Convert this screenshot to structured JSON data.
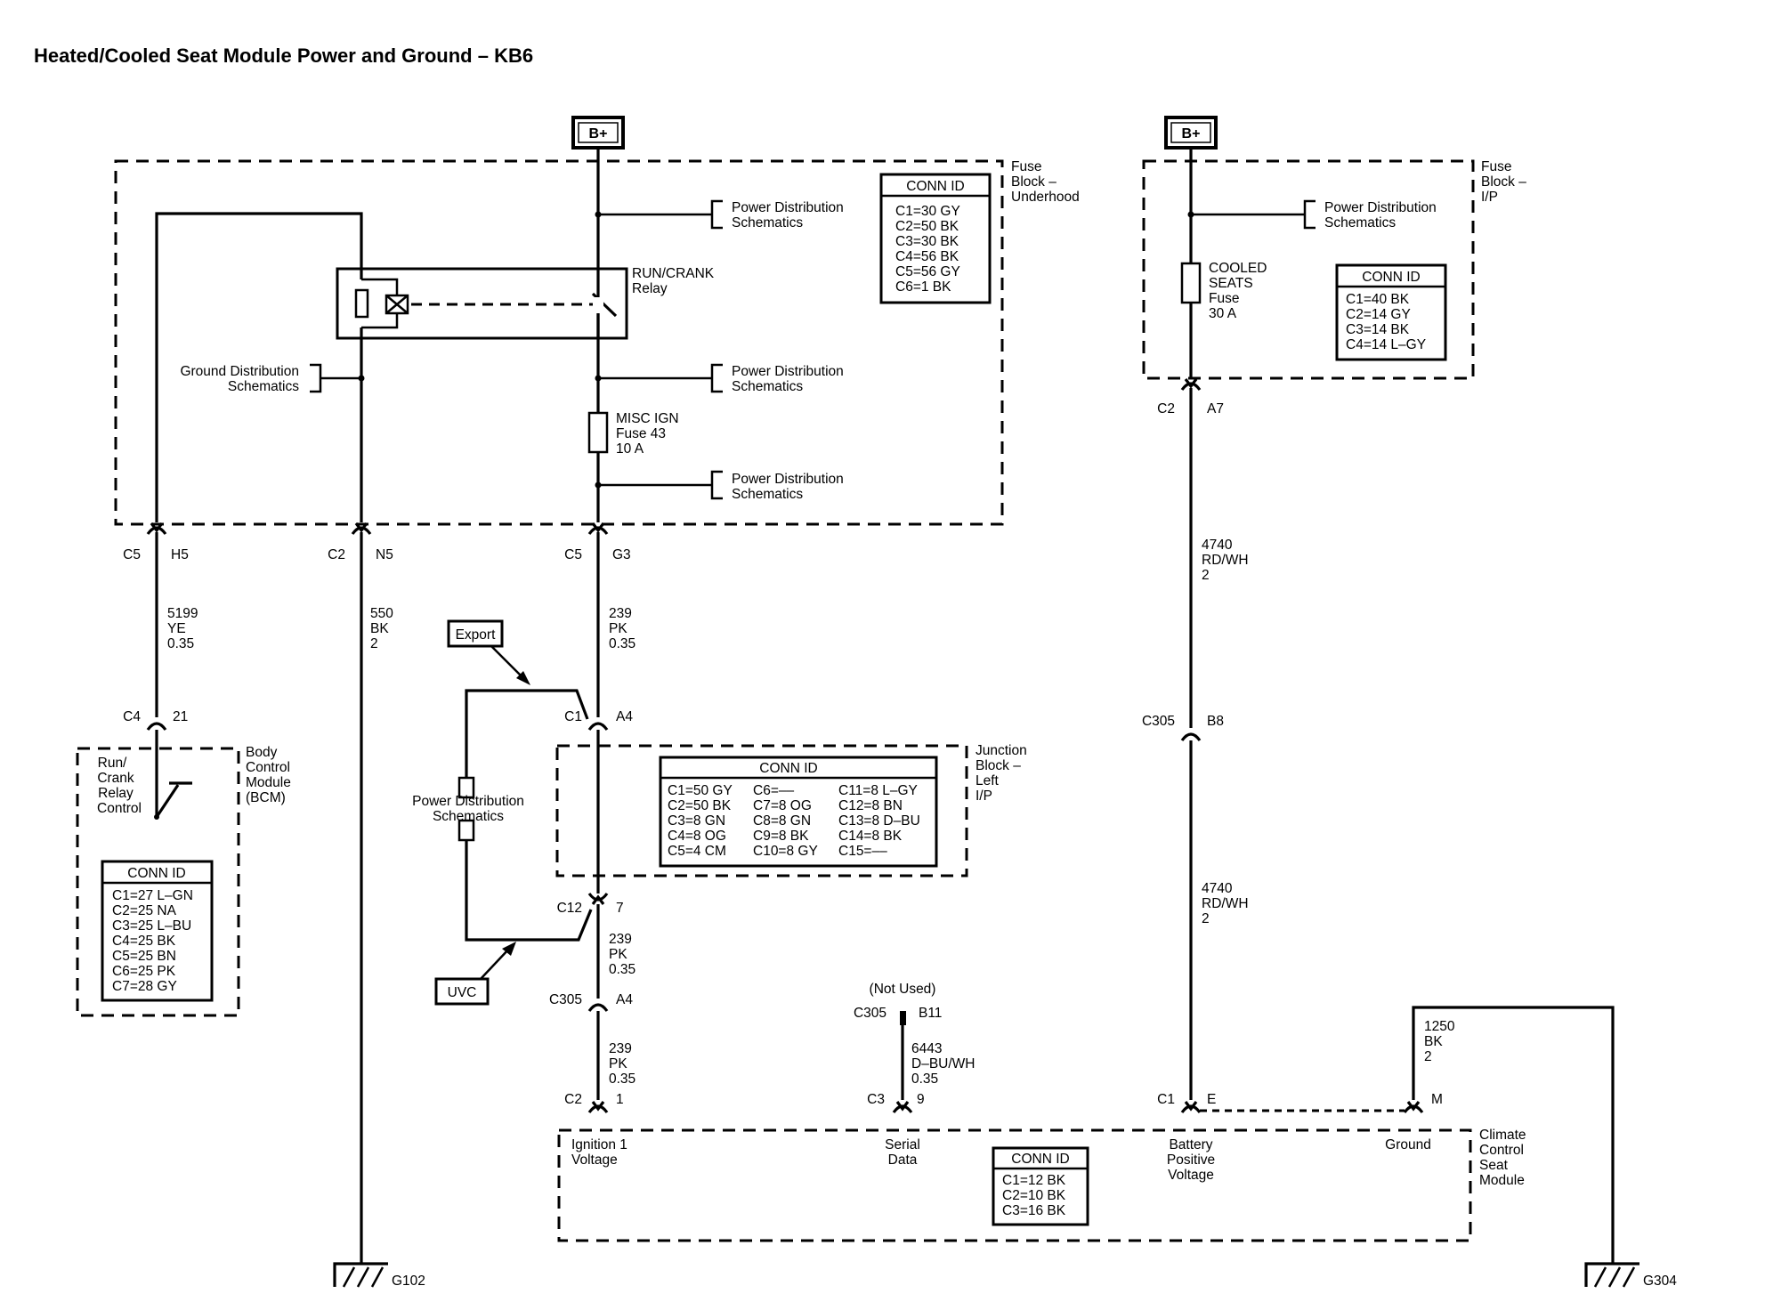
{
  "title": "Heated/Cooled Seat Module Power and Ground – KB6",
  "battery_label": "B+",
  "fuse_block_underhood": {
    "label": [
      "Fuse",
      "Block –",
      "Underhood"
    ],
    "conn_id_title": "CONN ID",
    "conn_ids": [
      "C1=30 GY",
      "C2=50 BK",
      "C3=30 BK",
      "C4=56 BK",
      "C5=56 GY",
      "C6=1 BK"
    ],
    "relay_label": [
      "RUN/CRANK",
      "Relay"
    ],
    "fuse_label": [
      "MISC IGN",
      "Fuse 43",
      "10 A"
    ],
    "power_dist": [
      "Power Distribution",
      "Schematics"
    ],
    "ground_dist": [
      "Ground Distribution",
      "Schematics"
    ]
  },
  "fuse_block_ip": {
    "label": [
      "Fuse",
      "Block –",
      "I/P"
    ],
    "conn_id_title": "CONN ID",
    "conn_ids": [
      "C1=40 BK",
      "C2=14 GY",
      "C3=14 BK",
      "C4=14 L–GY"
    ],
    "fuse_label": [
      "COOLED",
      "SEATS",
      "Fuse",
      "30 A"
    ],
    "power_dist": [
      "Power Distribution",
      "Schematics"
    ]
  },
  "connectors": {
    "c5_h5": [
      "C5",
      "H5"
    ],
    "c2_n5": [
      "C2",
      "N5"
    ],
    "c5_g3": [
      "C5",
      "G3"
    ],
    "c2_a7": [
      "C2",
      "A7"
    ],
    "c4_21": [
      "C4",
      "21"
    ],
    "c1_a4": [
      "C1",
      "A4"
    ],
    "c12_7": [
      "C12",
      "7"
    ],
    "c305_a4": [
      "C305",
      "A4"
    ],
    "c305_b8": [
      "C305",
      "B8"
    ],
    "c305_b11": [
      "C305",
      "B11"
    ],
    "c2_1": [
      "C2",
      "1"
    ],
    "c3_9": [
      "C3",
      "9"
    ],
    "c1_e": [
      "C1",
      "E"
    ],
    "m": "M",
    "not_used": "(Not Used)"
  },
  "wires": {
    "w5199": [
      "5199",
      "YE",
      "0.35"
    ],
    "w550": [
      "550",
      "BK",
      "2"
    ],
    "w239a": [
      "239",
      "PK",
      "0.35"
    ],
    "w239b": [
      "239",
      "PK",
      "0.35"
    ],
    "w239c": [
      "239",
      "PK",
      "0.35"
    ],
    "w4740a": [
      "4740",
      "RD/WH",
      "2"
    ],
    "w4740b": [
      "4740",
      "RD/WH",
      "2"
    ],
    "w6443": [
      "6443",
      "D–BU/WH",
      "0.35"
    ],
    "w1250": [
      "1250",
      "BK",
      "2"
    ]
  },
  "bcm": {
    "label": [
      "Body",
      "Control",
      "Module",
      "(BCM)"
    ],
    "switch_label": [
      "Run/",
      "Crank",
      "Relay",
      "Control"
    ],
    "conn_id_title": "CONN ID",
    "conn_ids": [
      "C1=27 L–GN",
      "C2=25 NA",
      "C3=25 L–BU",
      "C4=25 BK",
      "C5=25 BN",
      "C6=25 PK",
      "C7=28 GY"
    ]
  },
  "junction_block": {
    "label": [
      "Junction",
      "Block –",
      "Left",
      "I/P"
    ],
    "conn_id_title": "CONN ID",
    "conn_ids_col1": [
      "C1=50 GY",
      "C2=50 BK",
      "C3=8 GN",
      "C4=8 OG",
      "C5=4 CM"
    ],
    "conn_ids_col2": [
      "C6=––",
      "C7=8 OG",
      "C8=8 GN",
      "C9=8 BK",
      "C10=8 GY"
    ],
    "conn_ids_col3": [
      "C11=8 L–GY",
      "C12=8 BN",
      "C13=8 D–BU",
      "C14=8 BK",
      "C15=––"
    ],
    "power_dist": [
      "Power Distribution",
      "Schematics"
    ],
    "export_label": "Export",
    "uvc_label": "UVC"
  },
  "climate_module": {
    "label": [
      "Climate",
      "Control",
      "Seat",
      "Module"
    ],
    "pin_ignition": [
      "Ignition 1",
      "Voltage"
    ],
    "pin_serial": [
      "Serial",
      "Data"
    ],
    "pin_battery": [
      "Battery",
      "Positive",
      "Voltage"
    ],
    "pin_ground": "Ground",
    "conn_id_title": "CONN ID",
    "conn_ids": [
      "C1=12 BK",
      "C2=10 BK",
      "C3=16 BK"
    ]
  },
  "grounds": {
    "g102": "G102",
    "g304": "G304"
  }
}
